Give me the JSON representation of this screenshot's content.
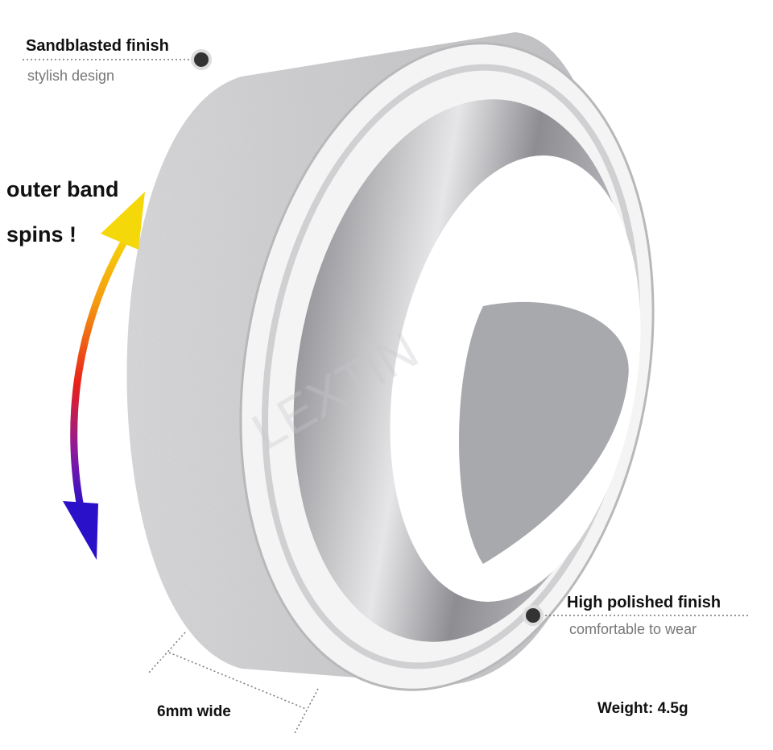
{
  "annotations": {
    "sandblasted": {
      "title": "Sandblasted finish",
      "subtitle": "stylish design"
    },
    "spin": {
      "line1": "outer band",
      "line2": "spins !"
    },
    "polished": {
      "title": "High polished finish",
      "subtitle": "comfortable to wear"
    },
    "width": "6mm wide",
    "weight": "Weight: 4.5g"
  },
  "watermark": "LEXTIN",
  "colors": {
    "arrow_top": "#f5d80a",
    "arrow_mid": "#e8201a",
    "arrow_bottom": "#2a10c8",
    "dot": "#333333"
  }
}
